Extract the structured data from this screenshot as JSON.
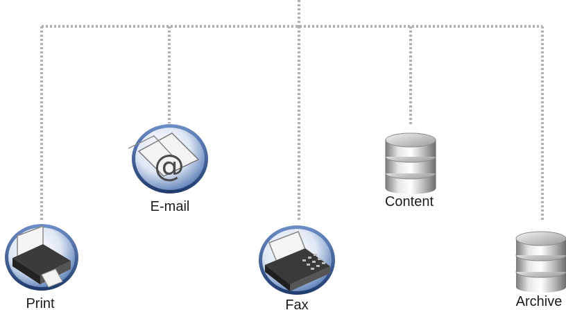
{
  "nodes": {
    "print": {
      "label": "Print",
      "icon": "printer-icon"
    },
    "email": {
      "label": "E-mail",
      "icon": "email-icon"
    },
    "fax": {
      "label": "Fax",
      "icon": "fax-icon"
    },
    "content": {
      "label": "Content",
      "icon": "database-icon"
    },
    "archive": {
      "label": "Archive",
      "icon": "database-icon"
    }
  },
  "colors": {
    "connector": "#b0b0b0",
    "badge_rim": "#3d5f95",
    "badge_fill": "#e8eef8",
    "db_silver": "#b8b8b8",
    "label_text": "#1a1a1a"
  }
}
